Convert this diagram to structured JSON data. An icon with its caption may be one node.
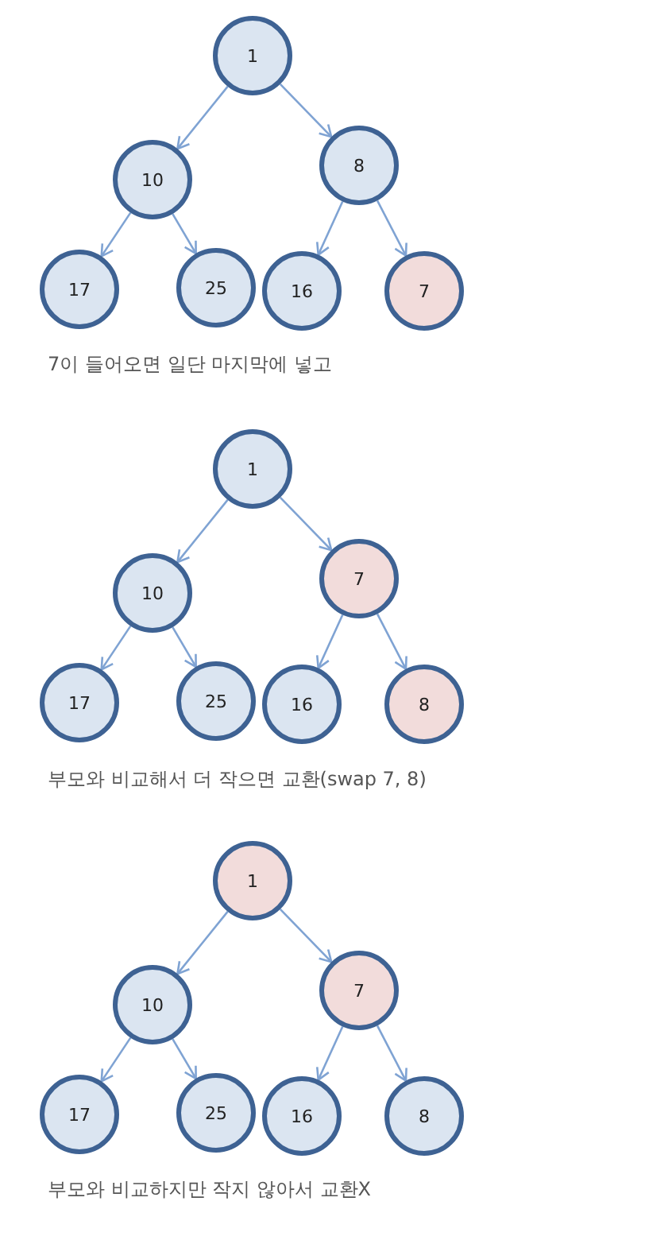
{
  "diagram": {
    "nodes": [
      {
        "text": [
          "1"
        ]
      },
      {
        "text": [
          "10"
        ]
      },
      {
        "text": [
          "8"
        ]
      },
      {
        "text": [
          "17"
        ]
      },
      {
        "text": [
          "25"
        ]
      },
      {
        "text": [
          "16"
        ]
      },
      {
        "text": [
          "7"
        ]
      },
      {
        "text": [
          "1"
        ]
      },
      {
        "text": [
          "10"
        ]
      },
      {
        "text": [
          "7"
        ]
      },
      {
        "text": [
          "17"
        ]
      },
      {
        "text": [
          "25"
        ]
      },
      {
        "text": [
          "16"
        ]
      },
      {
        "text": [
          "8"
        ]
      },
      {
        "text": [
          "1"
        ]
      },
      {
        "text": [
          "10"
        ]
      },
      {
        "text": [
          "7"
        ]
      },
      {
        "text": [
          "17"
        ]
      },
      {
        "text": [
          "25"
        ]
      },
      {
        "text": [
          "16"
        ]
      },
      {
        "text": [
          "8"
        ]
      }
    ],
    "edges": [
      {
        "from": 0,
        "to": 1,
        "arrow": "to"
      },
      {
        "from": 0,
        "to": 2,
        "arrow": "to"
      },
      {
        "from": 1,
        "to": 3,
        "arrow": "to"
      },
      {
        "from": 1,
        "to": 4,
        "arrow": "to"
      },
      {
        "from": 2,
        "to": 5,
        "arrow": "to"
      },
      {
        "from": 2,
        "to": 6,
        "arrow": "to"
      },
      {
        "from": 7,
        "to": 8,
        "arrow": "to"
      },
      {
        "from": 7,
        "to": 9,
        "arrow": "to"
      },
      {
        "from": 8,
        "to": 10,
        "arrow": "to"
      },
      {
        "from": 8,
        "to": 11,
        "arrow": "to"
      },
      {
        "from": 9,
        "to": 12,
        "arrow": "to"
      },
      {
        "from": 9,
        "to": 13,
        "arrow": "to"
      },
      {
        "from": 14,
        "to": 15,
        "arrow": "to"
      },
      {
        "from": 14,
        "to": 16,
        "arrow": "to"
      },
      {
        "from": 15,
        "to": 17,
        "arrow": "to"
      },
      {
        "from": 15,
        "to": 18,
        "arrow": "to"
      },
      {
        "from": 16,
        "to": 19,
        "arrow": "to"
      },
      {
        "from": 16,
        "to": 20,
        "arrow": "to"
      }
    ],
    "labels": [
      "7이 들어오면 일단 마지막에 넣고",
      "부모와 비교해서 더 작으면 교환(swap 7, 8)",
      "부모와 비교하지만 작지 않아서 교환X"
    ]
  }
}
